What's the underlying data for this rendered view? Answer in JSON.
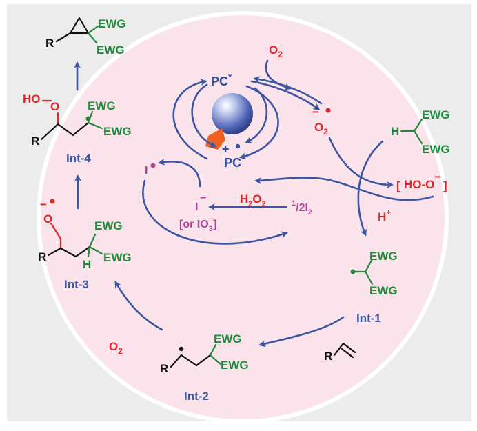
{
  "colors": {
    "frame_bg": "#ececec",
    "circle_fill": "#fbe3ec",
    "circle_border": "#ffffff",
    "arrow": "#3b55a0",
    "green": "#1f8a3c",
    "red": "#e0262b",
    "blue_label": "#3c5aa6",
    "magenta": "#b0409a",
    "bulb": "#5468b8",
    "bulb_base": "#f06020"
  },
  "labels": {
    "ewg": "EWG",
    "r": "R",
    "h": "H",
    "o": "O",
    "o2_top": "O",
    "o2_top_sub": "2",
    "o2_bottom": "O",
    "o2_bottom_sub": "2",
    "superoxide": "O",
    "superoxide_sub": "2",
    "superoxide_charge": "−",
    "ho_o": "HO-O",
    "ho_o_charge": "−",
    "h_plus": "H",
    "h_plus_sup": "+",
    "pc_star": "PC",
    "pc_star_sup": "*",
    "pc_cation": "PC",
    "pc_cation_sup": "+",
    "iodine_radical": "I",
    "iodide": "I",
    "iodide_charge": "−",
    "iodate": "[or IO",
    "iodate_sub": "3",
    "iodate_charge": "−",
    "iodate_close": "]",
    "h2o2_h": "H",
    "h2o2_sub1": "2",
    "h2o2_o": "O",
    "h2o2_sub2": "2",
    "half_i2_num": "1",
    "half_i2_den": "/2",
    "half_i2": "I",
    "half_i2_sub": "2",
    "ho_label": "HO",
    "oo_label": "O",
    "oo_charge": "−"
  },
  "intermediates": {
    "int1": "Int-1",
    "int2": "Int-2",
    "int3": "Int-3",
    "int4": "Int-4"
  }
}
